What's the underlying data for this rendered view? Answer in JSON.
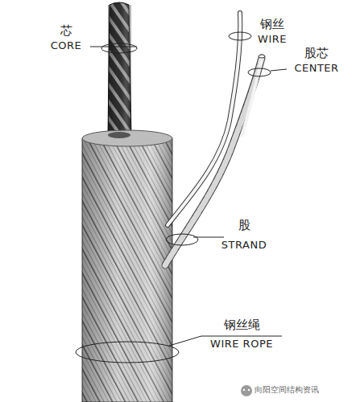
{
  "diagram": {
    "labels": [
      "钢丝",
      "WIRE",
      "芯",
      "CORE",
      "股芯",
      "CENTER",
      "股",
      "STRAND",
      "钢丝绳",
      "WIRE ROPE",
      "向阳空间结构资讯"
    ]
  }
}
